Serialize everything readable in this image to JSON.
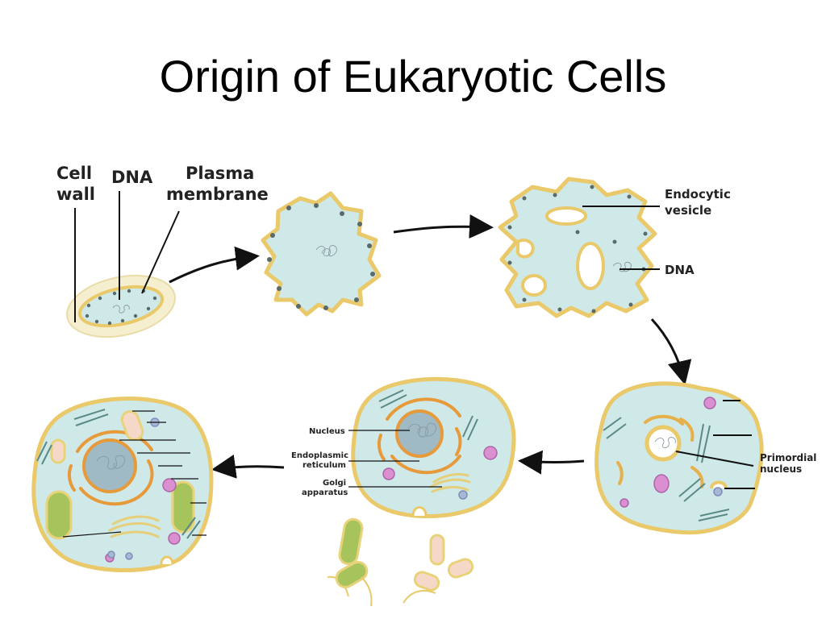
{
  "title": "Origin of Eukaryotic Cells",
  "labels": {
    "cell_wall_1": "Cell",
    "cell_wall_2": "wall",
    "dna": "DNA",
    "plasma_membrane_1": "Plasma",
    "plasma_membrane_2": "membrane",
    "endocytic_vesicle_1": "Endocytic",
    "endocytic_vesicle_2": "vesicle",
    "dna_stage3": "DNA",
    "primordial_nucleus_1": "Primordial",
    "primordial_nucleus_2": "nucleus",
    "nucleus": "Nucleus",
    "endoplasmic_reticulum_1": "Endoplasmic",
    "endoplasmic_reticulum_2": "reticulum",
    "golgi_apparatus_1": "Golgi",
    "golgi_apparatus_2": "apparatus"
  },
  "colors": {
    "cytoplasm": "#cfe8e8",
    "membrane": "#e9c96a",
    "er": "#e79a3a",
    "mitochondria": "#a6c35c"
  }
}
